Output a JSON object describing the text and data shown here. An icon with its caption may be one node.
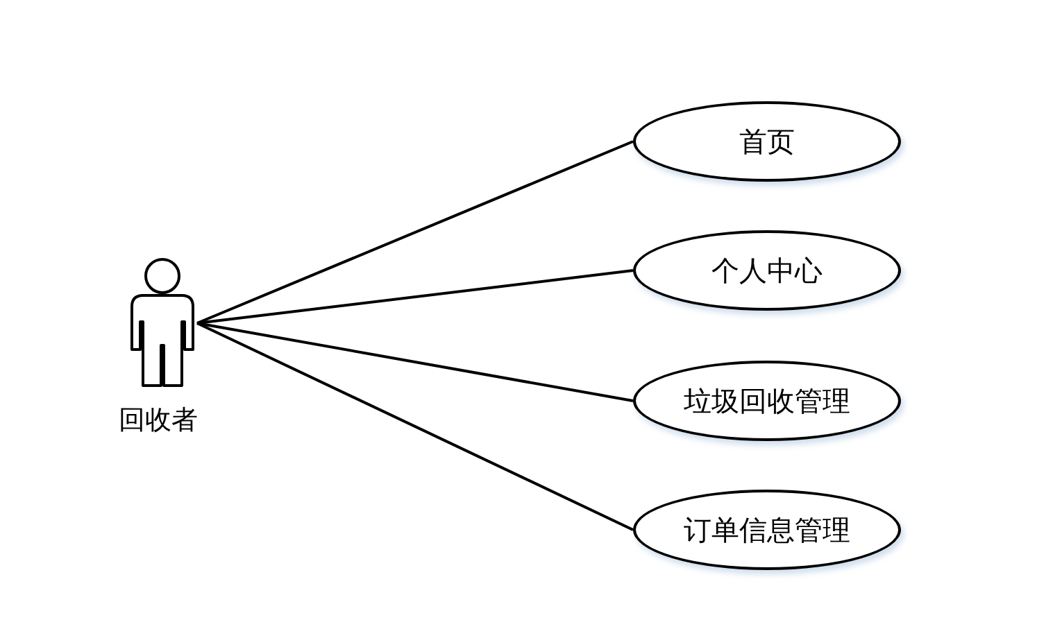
{
  "diagram": {
    "nodes": [
      {
        "text": [
          "回收者"
        ]
      },
      {
        "text": [
          "首页"
        ]
      },
      {
        "text": [
          "个人中心"
        ]
      },
      {
        "text": [
          "垃圾回收管理"
        ]
      },
      {
        "text": [
          "订单信息管理"
        ]
      }
    ],
    "edges": [
      {
        "from": 0,
        "to": 1,
        "arrow": "none"
      },
      {
        "from": 0,
        "to": 2,
        "arrow": "none"
      },
      {
        "from": 0,
        "to": 3,
        "arrow": "none"
      },
      {
        "from": 0,
        "to": 4,
        "arrow": "none"
      }
    ]
  }
}
